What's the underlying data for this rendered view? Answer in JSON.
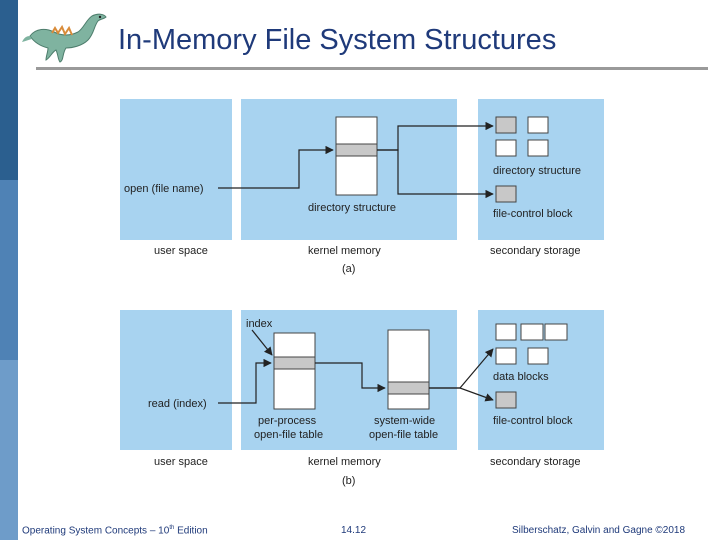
{
  "slide": {
    "title": "In-Memory File System Structures",
    "colors": {
      "title": "#1f3a7a",
      "panel": "#a8d3f0",
      "sidebar": "#2b5f8f",
      "gray_cell": "#c8c8c8"
    }
  },
  "diagram_a": {
    "call_label": "open (file name)",
    "dir_structure_label": "directory structure",
    "secondary_dir_label": "directory structure",
    "fcb_label": "file-control block",
    "user_space": "user space",
    "kernel_memory": "kernel memory",
    "secondary_storage": "secondary storage",
    "caption": "(a)"
  },
  "diagram_b": {
    "call_label": "read (index)",
    "index_label": "index",
    "per_process_line1": "per-process",
    "per_process_line2": "open-file table",
    "system_wide_line1": "system-wide",
    "system_wide_line2": "open-file table",
    "data_blocks_label": "data blocks",
    "fcb_label": "file-control block",
    "user_space": "user space",
    "kernel_memory": "kernel memory",
    "secondary_storage": "secondary storage",
    "caption": "(b)"
  },
  "footer": {
    "left_prefix": "Operating System Concepts – 10",
    "left_sup": "th",
    "left_suffix": " Edition",
    "center": "14.12",
    "right": "Silberschatz, Galvin and Gagne ©2018"
  }
}
